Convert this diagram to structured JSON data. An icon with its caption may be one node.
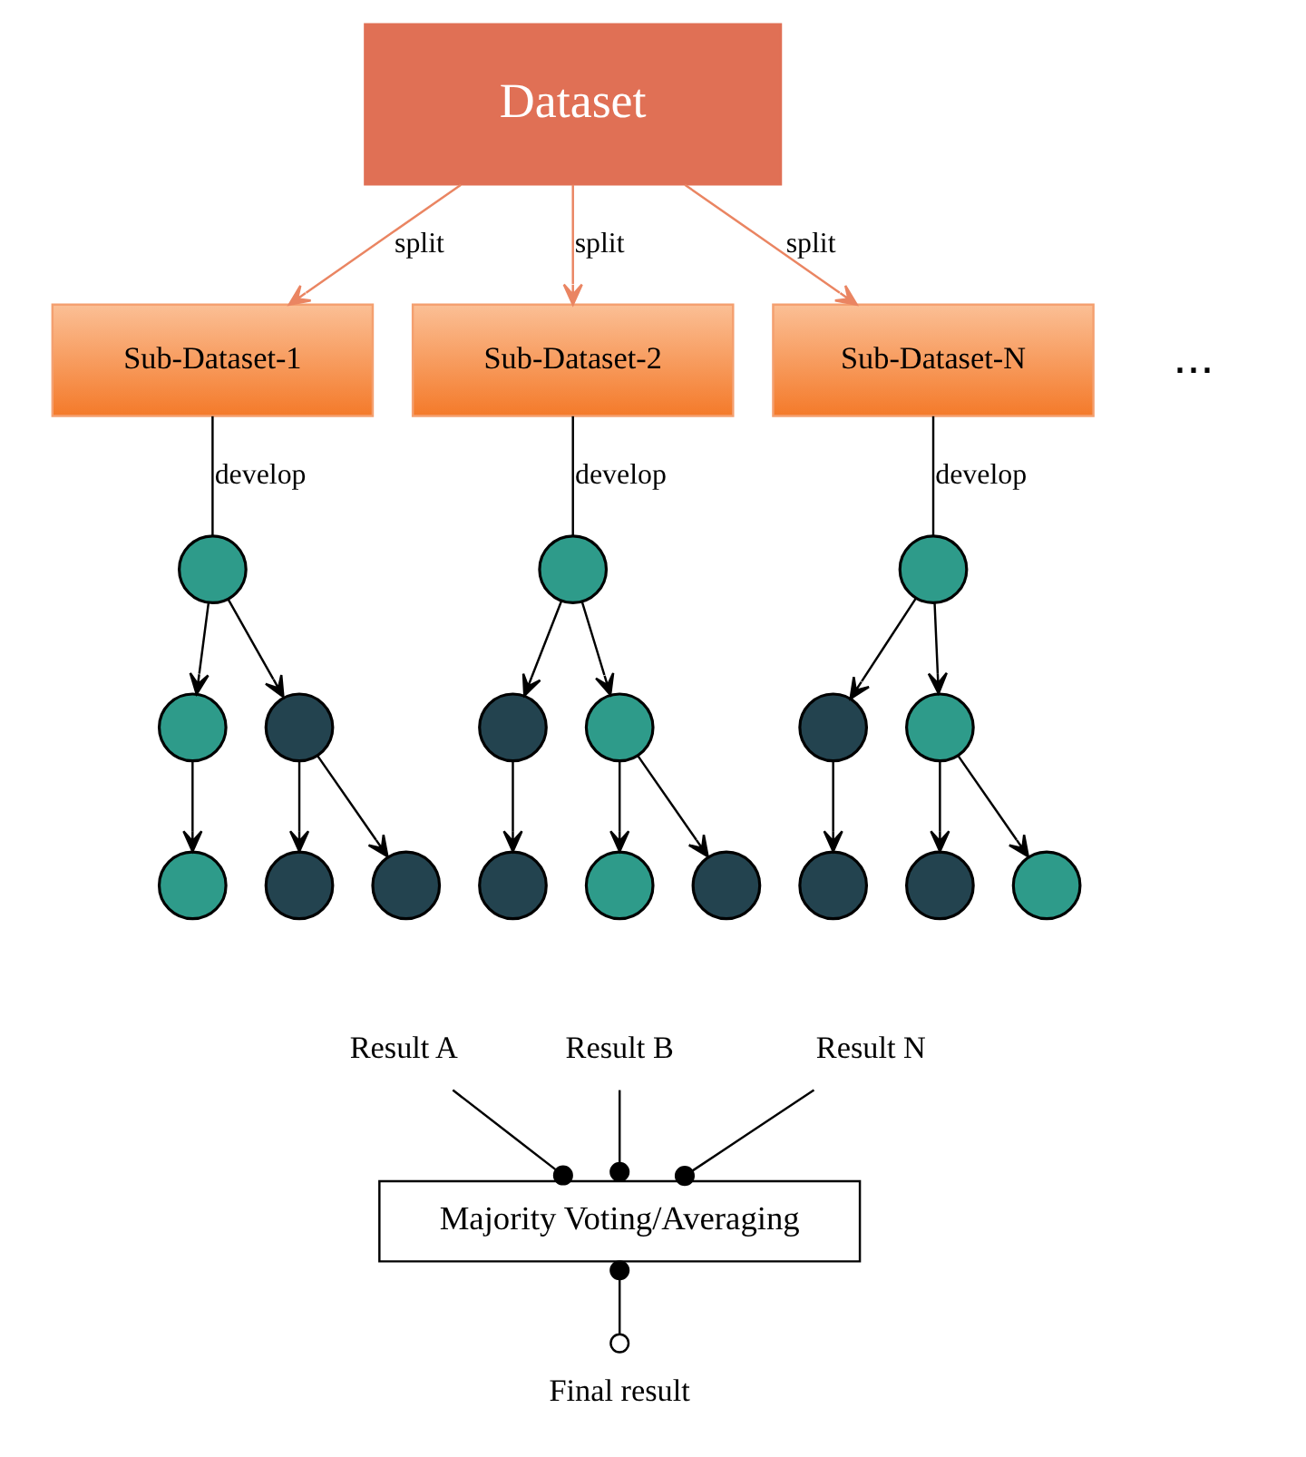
{
  "diagram": {
    "nodes": [
      {
        "text": [
          "Dataset"
        ]
      },
      {
        "text": [
          "Sub-Dataset-1"
        ]
      },
      {
        "text": [
          "Sub-Dataset-2"
        ]
      },
      {
        "text": [
          "Sub-Dataset-N"
        ]
      },
      {
        "text": [],
        "shape": "circle"
      },
      {
        "text": [],
        "shape": "circle"
      },
      {
        "text": [],
        "shape": "circle"
      },
      {
        "text": [],
        "shape": "circle"
      },
      {
        "text": [],
        "shape": "circle"
      },
      {
        "text": [],
        "shape": "circle"
      },
      {
        "text": [],
        "shape": "circle"
      },
      {
        "text": [],
        "shape": "circle"
      },
      {
        "text": [],
        "shape": "circle"
      },
      {
        "text": [],
        "shape": "circle"
      },
      {
        "text": [],
        "shape": "circle"
      },
      {
        "text": [],
        "shape": "circle"
      },
      {
        "text": [],
        "shape": "circle"
      },
      {
        "text": [],
        "shape": "circle"
      },
      {
        "text": [],
        "shape": "circle"
      },
      {
        "text": [],
        "shape": "circle"
      },
      {
        "text": [],
        "shape": "circle"
      },
      {
        "text": [],
        "shape": "circle"
      },
      {
        "text": [
          "Result A"
        ]
      },
      {
        "text": [
          "Result B"
        ]
      },
      {
        "text": [
          "Result N"
        ]
      },
      {
        "text": [
          "Majority Voting/Averaging"
        ]
      },
      {
        "text": [
          "Final result"
        ]
      }
    ],
    "edges": [
      {
        "from": 0,
        "to": 1,
        "arrow": "to",
        "label": "split",
        "color": "#ea8562"
      },
      {
        "from": 0,
        "to": 2,
        "arrow": "to",
        "label": "split",
        "color": "#ea8562"
      },
      {
        "from": 0,
        "to": 3,
        "arrow": "to",
        "label": "split",
        "color": "#ea8562"
      },
      {
        "from": 1,
        "to": 4,
        "arrow": "none",
        "label": "develop"
      },
      {
        "from": 2,
        "to": 10,
        "arrow": "none",
        "label": "develop"
      },
      {
        "from": 3,
        "to": 16,
        "arrow": "none",
        "label": "develop"
      },
      {
        "from": 4,
        "to": 5,
        "arrow": "to"
      },
      {
        "from": 4,
        "to": 6,
        "arrow": "to"
      },
      {
        "from": 5,
        "to": 7,
        "arrow": "to"
      },
      {
        "from": 6,
        "to": 8,
        "arrow": "to"
      },
      {
        "from": 6,
        "to": 9,
        "arrow": "to"
      },
      {
        "from": 10,
        "to": 11,
        "arrow": "to"
      },
      {
        "from": 10,
        "to": 12,
        "arrow": "to"
      },
      {
        "from": 11,
        "to": 13,
        "arrow": "to"
      },
      {
        "from": 12,
        "to": 14,
        "arrow": "to"
      },
      {
        "from": 12,
        "to": 15,
        "arrow": "to"
      },
      {
        "from": 16,
        "to": 17,
        "arrow": "to"
      },
      {
        "from": 16,
        "to": 18,
        "arrow": "to"
      },
      {
        "from": 17,
        "to": 19,
        "arrow": "to"
      },
      {
        "from": 18,
        "to": 20,
        "arrow": "to"
      },
      {
        "from": 18,
        "to": 21,
        "arrow": "to"
      },
      {
        "from": 22,
        "to": 25,
        "arrow": "other"
      },
      {
        "from": 23,
        "to": 25,
        "arrow": "other"
      },
      {
        "from": 24,
        "to": 25,
        "arrow": "other"
      },
      {
        "from": 25,
        "to": 26,
        "arrow": "other"
      }
    ],
    "labels": [
      "..."
    ]
  }
}
